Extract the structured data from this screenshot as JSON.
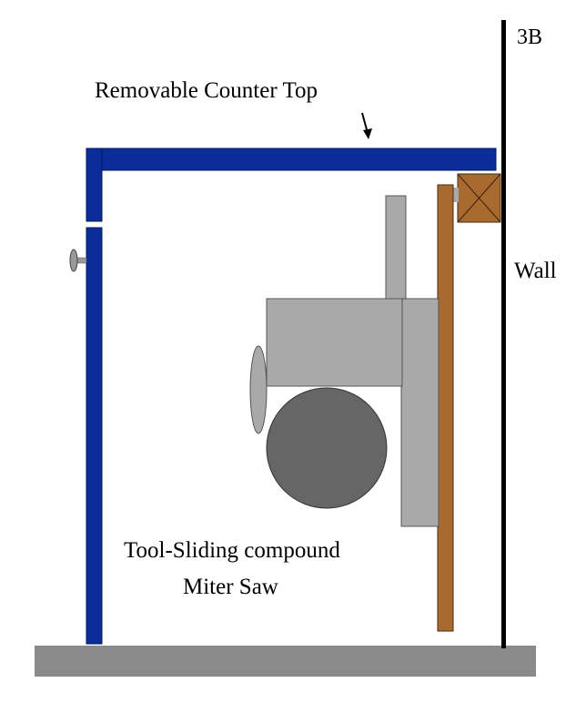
{
  "labels": {
    "corner": "3B",
    "counter_top": "Removable Counter Top",
    "wall": "Wall",
    "tool_line1": "Tool-Sliding compound",
    "tool_line2": "Miter Saw"
  },
  "colors": {
    "counter": "#0a2d9a",
    "wood": "#a86a2e",
    "saw_light": "#a9a9a9",
    "saw_dark": "#666666",
    "floor": "#8a8a8a",
    "wall": "#000000"
  }
}
